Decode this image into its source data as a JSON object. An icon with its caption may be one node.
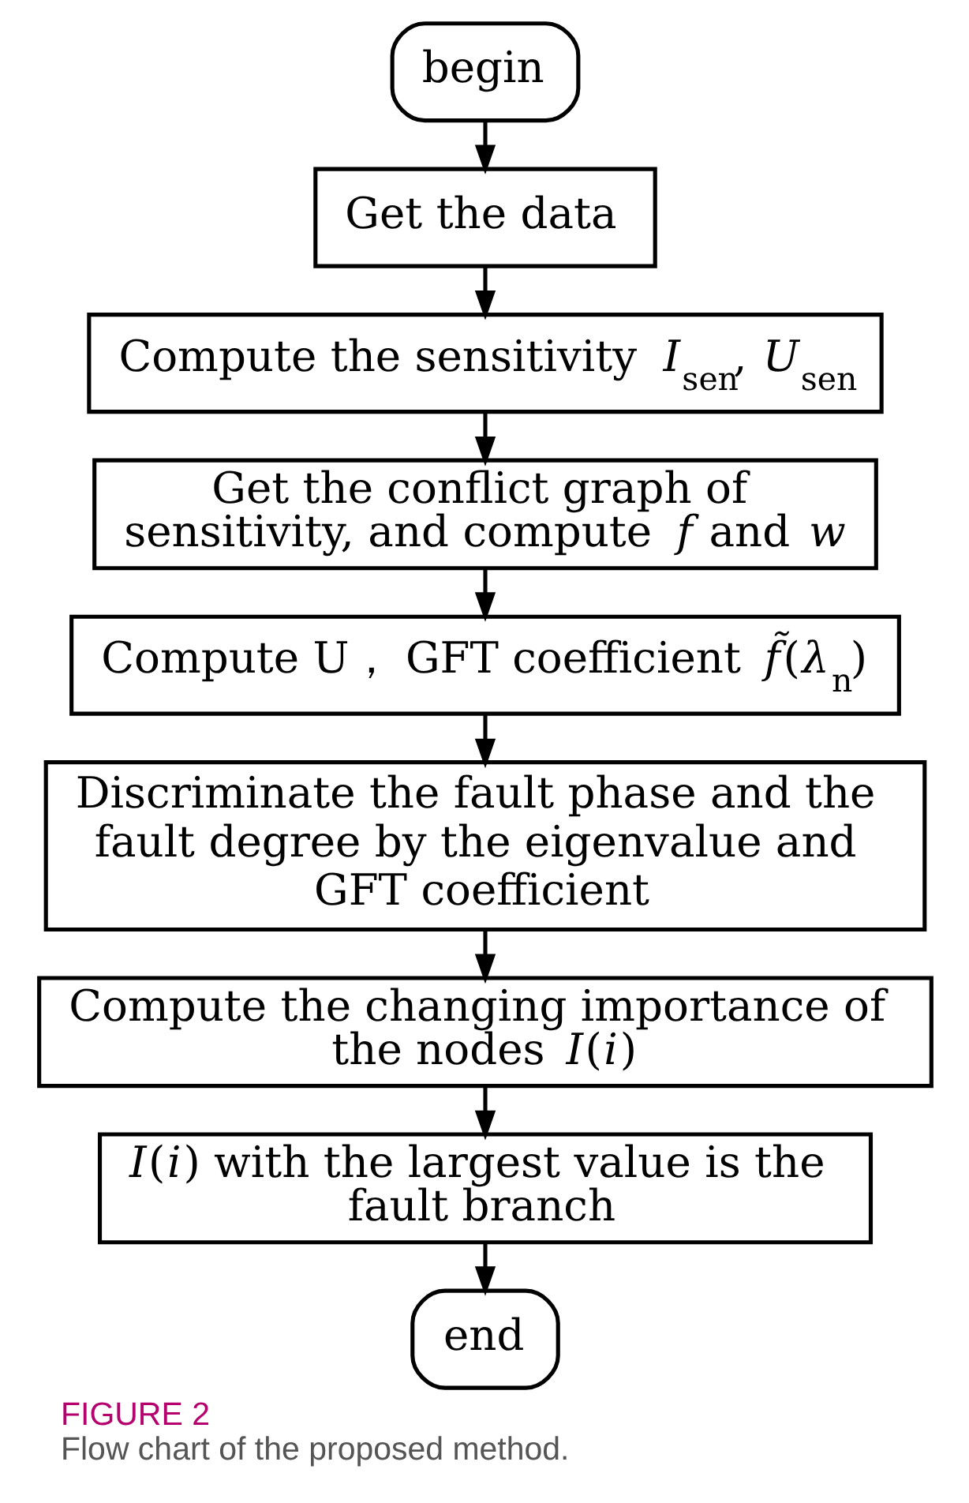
{
  "diagram": {
    "title": "FIGURE 2",
    "caption": "Flow chart of the proposed method.",
    "nodes": [
      {
        "text": [
          "begin"
        ]
      },
      {
        "text": [
          "Get the data"
        ]
      },
      {
        "text": [
          "Compute the sensitivity *I*$_{sen}$, *U*$_{sen}$"
        ]
      },
      {
        "text": [
          "Get the conflict graph of sensitivity, and compute *f* and *w*"
        ]
      },
      {
        "text": [
          "Compute U， GFT coefficient *f̃*(*λ*$_{n}$)"
        ]
      },
      {
        "text": [
          "Discriminate the fault phase and the fault degree by the eigenvalue and GFT coefficient"
        ]
      },
      {
        "text": [
          "Compute the changing importance of the nodes *I*(*i*)"
        ]
      },
      {
        "text": [
          "*I*(*i*) with the largest value is the fault branch"
        ]
      },
      {
        "text": [
          "end"
        ]
      }
    ],
    "edges": [
      {
        "from": 0,
        "to": 1,
        "arrow": "to"
      },
      {
        "from": 1,
        "to": 2,
        "arrow": "to"
      },
      {
        "from": 2,
        "to": 3,
        "arrow": "to"
      },
      {
        "from": 3,
        "to": 4,
        "arrow": "to"
      },
      {
        "from": 4,
        "to": 5,
        "arrow": "to"
      },
      {
        "from": 5,
        "to": 6,
        "arrow": "to"
      },
      {
        "from": 6,
        "to": 7,
        "arrow": "to"
      },
      {
        "from": 7,
        "to": 8,
        "arrow": "to"
      }
    ]
  }
}
